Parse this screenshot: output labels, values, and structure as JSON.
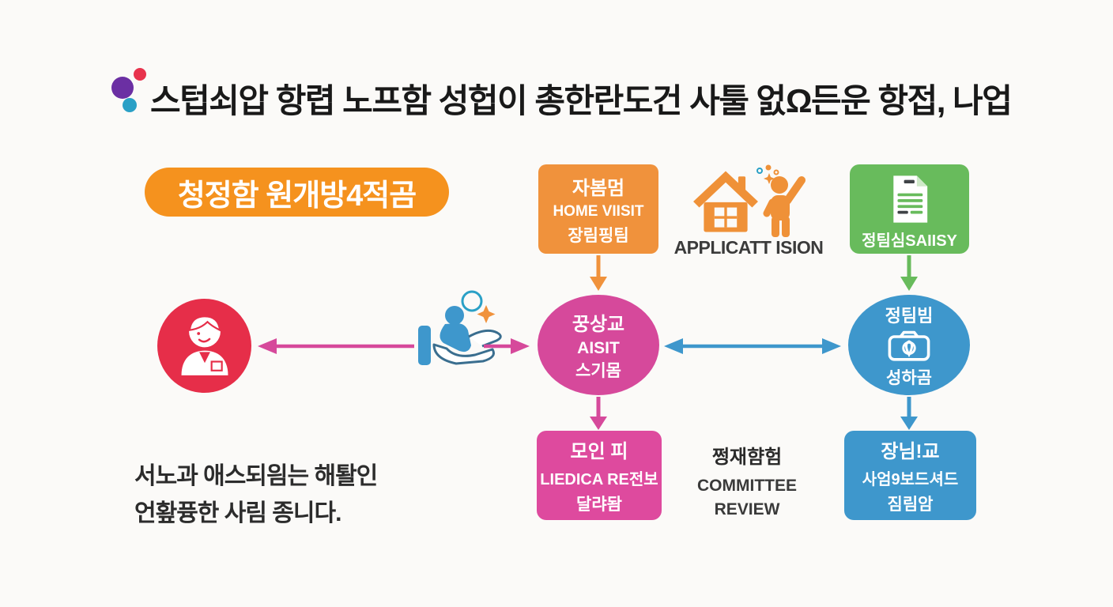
{
  "title": {
    "text": "스텁쇠압 항렵 노프함 성헙이 총한란도건 사툴 엀Ω든운 항접, 나업"
  },
  "banner": {
    "label": "청정함 원개방4적곰"
  },
  "flow": {
    "home_visit_box": {
      "line1": "자봄멈",
      "line2": "HOME VIISIT",
      "line3": "장림핑팀"
    },
    "application": {
      "label": "APPLICATT ISION"
    },
    "satisfy_box": {
      "label": "정팀심SAIISY"
    },
    "visit_circle": {
      "line1": "꿍상교",
      "line2": "AISIT",
      "line3": "스기몸"
    },
    "photo_circle": {
      "line1": "정팀빔",
      "line2": "성하곰"
    },
    "medical_box": {
      "line1": "모인 피",
      "line2": "LIEDICA RE전보",
      "line3": "달랴돰"
    },
    "committee": {
      "line1": "쩡재햠험",
      "line2": "COMMITTEE",
      "line3": "REVIEW"
    },
    "report_box": {
      "line1": "장님!교",
      "line2": "사엄9보드셔드",
      "line3": "짐림암"
    }
  },
  "footnote": {
    "line1": "서노과 애스되읨는 해퇄인",
    "line2": "언홮퓽한 사림 종니다."
  },
  "icons": {
    "logo": "three-dots-logo",
    "home_visit": "house-icon",
    "application": "waving-person-icon",
    "satisfy": "document-icon",
    "client": "person-avatar-icon",
    "care": "hand-holding-person-icon",
    "photo": "camera-icon"
  },
  "colors": {
    "background": "#fbfaf8",
    "orange": "#f0923c",
    "orange_pill": "#f5921e",
    "green": "#68bb5c",
    "pink_circle": "#d6499b",
    "pink_box": "#de4a9e",
    "red": "#e62e49",
    "blue": "#3e97cc",
    "title_text": "#191919",
    "logo_purple": "#6b2fa3",
    "logo_red": "#e8334d",
    "logo_teal": "#2aa0c6"
  }
}
